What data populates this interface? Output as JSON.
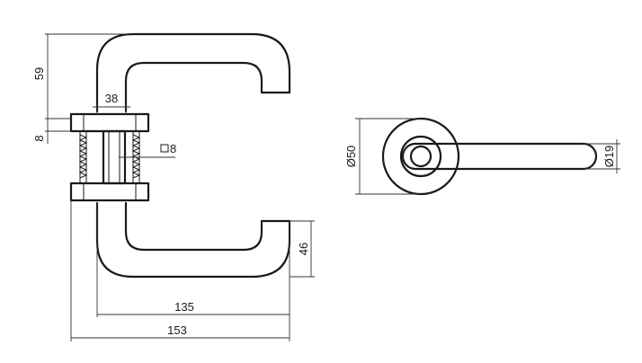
{
  "side_view": {
    "dims": {
      "d59": "59",
      "d38": "38",
      "d8": "8",
      "spindle": "8",
      "d46": "46",
      "d135": "135",
      "d153": "153"
    }
  },
  "front_view": {
    "dims": {
      "d50": "Ø50",
      "d19": "Ø19"
    }
  },
  "icons": {
    "spindle_square": "square-spindle-icon"
  }
}
